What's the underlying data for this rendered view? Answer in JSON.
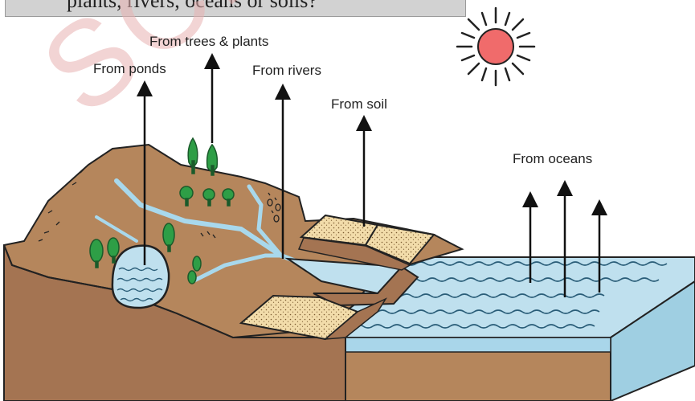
{
  "caption": "plants, rivers, oceans or soils?",
  "watermark": "SCE",
  "labels": {
    "ponds": "From ponds",
    "trees": "From trees & plants",
    "rivers": "From rivers",
    "soil": "From soil",
    "oceans": "From oceans"
  },
  "colors": {
    "land": "#b5865c",
    "land_dark": "#a47452",
    "water": "#bfe0ee",
    "river": "#a8d8ec",
    "sand": "#f2dcaa",
    "tree": "#2e9e46",
    "sun": "#f06b6b",
    "outline": "#222222"
  },
  "icons": {
    "sun": "sun-icon",
    "arrow": "up-arrow-icon",
    "tree": "tree-icon"
  }
}
